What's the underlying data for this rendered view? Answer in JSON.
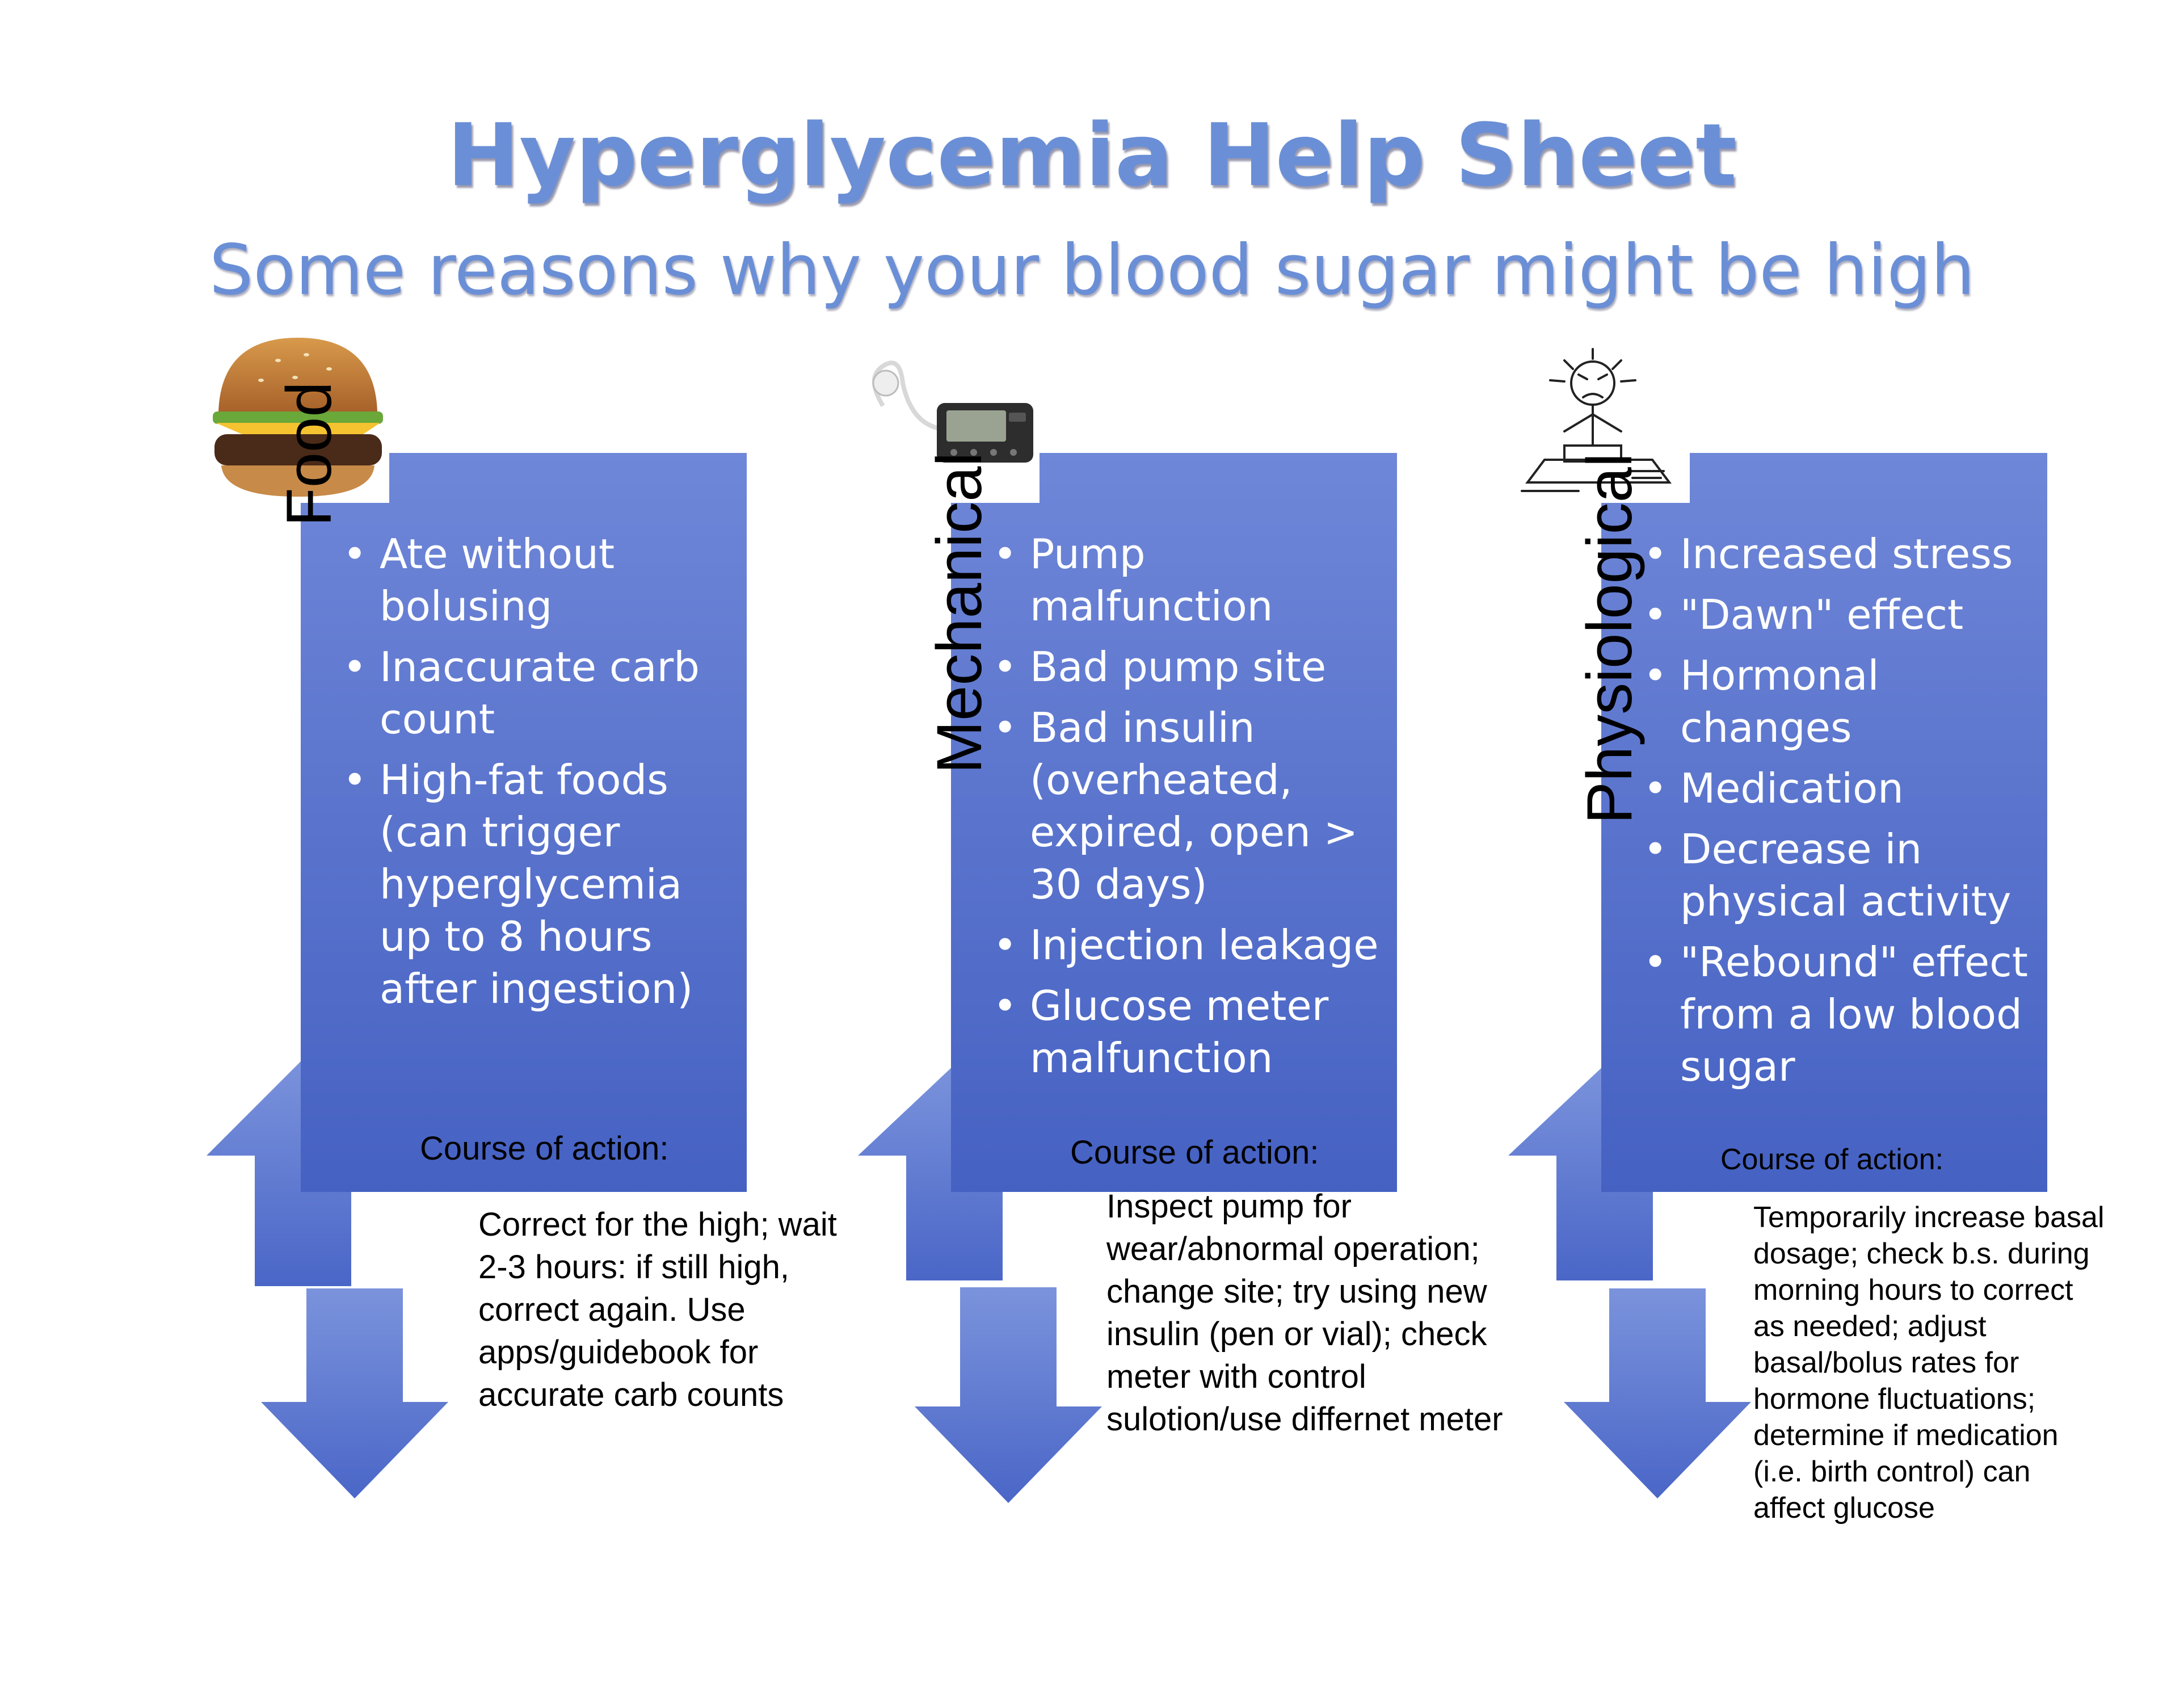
{
  "page": {
    "title": "Hyperglycemia Help Sheet",
    "subtitle": "Some reasons why your blood sugar might be high"
  },
  "colors": {
    "title_blue": "#6a8fd6",
    "panel_top": "#6f87d8",
    "panel_bottom": "#4561c2",
    "arrow_light": "#7b93dc",
    "arrow_dark": "#4a66c7"
  },
  "columns": [
    {
      "label": "Food",
      "icon": "hamburger-icon",
      "reasons": [
        "Ate without bolusing",
        "Inaccurate carb count",
        "High-fat foods (can trigger hyperglycemia up to 8 hours after ingestion)"
      ],
      "course_label": "Course of action:",
      "action": "Correct for the high; wait 2-3 hours: if still high, correct again. Use apps/guidebook for accurate carb counts"
    },
    {
      "label": "Mechanical",
      "icon": "insulin-pump-icon",
      "reasons": [
        "Pump malfunction",
        "Bad pump site",
        "Bad insulin (overheated, expired, open > 30 days)",
        "Injection leakage",
        "Glucose meter malfunction"
      ],
      "course_label": "Course of action:",
      "action": "Inspect pump for wear/abnormal operation; change site; try using new insulin (pen or vial); check meter with control sulotion/use differnet meter"
    },
    {
      "label": "Physiological",
      "icon": "stressed-person-icon",
      "reasons": [
        "Increased stress",
        "\"Dawn\" effect",
        "Hormonal changes",
        "Medication",
        "Decrease in physical activity",
        "\"Rebound\" effect from a low blood sugar"
      ],
      "course_label": "Course of action:",
      "action": "Temporarily increase basal dosage; check b.s. during morning hours to correct as needed; adjust basal/bolus rates for hormone fluctuations; determine if medication (i.e. birth control) can affect glucose"
    }
  ]
}
